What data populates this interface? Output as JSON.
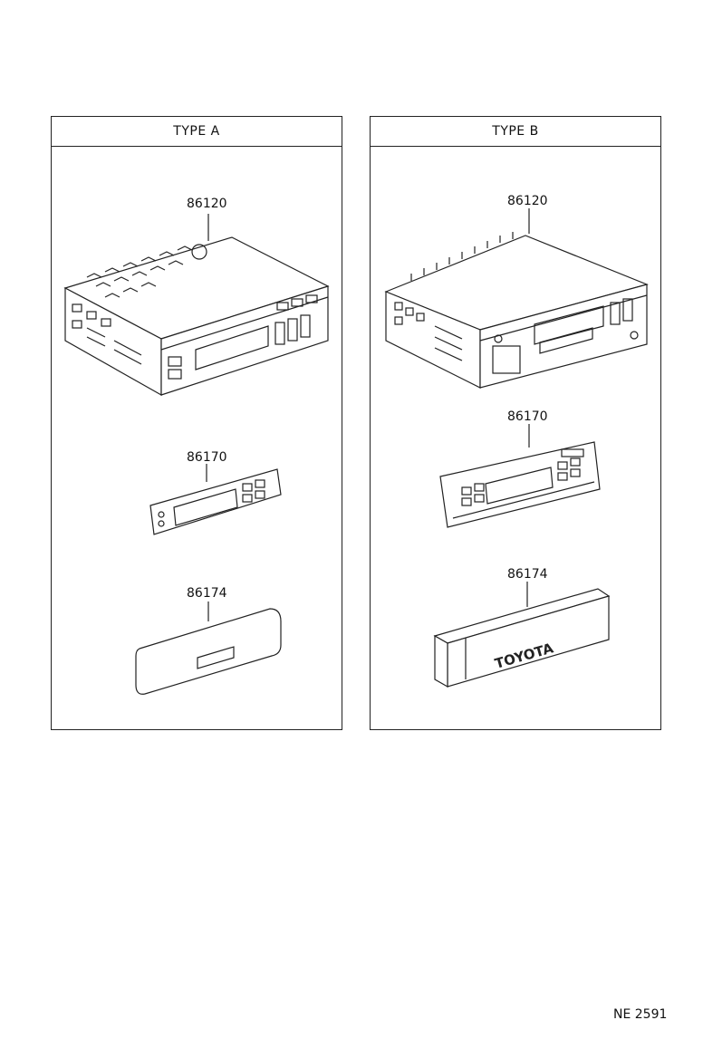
{
  "panels": [
    {
      "title": "TYPE A",
      "parts": [
        {
          "number": "86120",
          "icon": "radio-receiver-icon"
        },
        {
          "number": "86170",
          "icon": "face-panel-icon"
        },
        {
          "number": "86174",
          "icon": "panel-case-icon"
        }
      ]
    },
    {
      "title": "TYPE B",
      "parts": [
        {
          "number": "86120",
          "icon": "radio-cassette-receiver-icon"
        },
        {
          "number": "86170",
          "icon": "face-panel-icon"
        },
        {
          "number": "86174",
          "icon": "panel-case-icon",
          "brand_text": "TOYOTA"
        }
      ]
    }
  ],
  "footer": {
    "ref_code": "NE 2591"
  }
}
